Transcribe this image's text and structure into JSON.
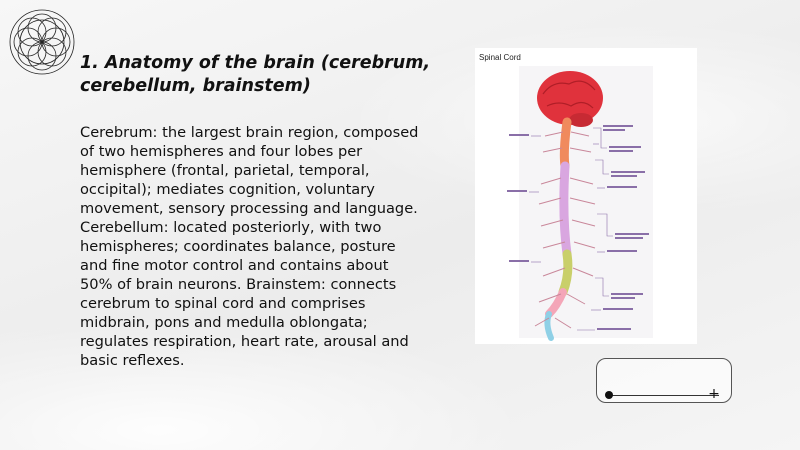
{
  "slide": {
    "title": "1. Anatomy of the brain (cerebrum, cerebellum, brainstem)",
    "body": "Cerebrum: the largest brain region, composed of two hemispheres and four lobes per hemisphere (frontal, parietal, temporal, occipital); mediates cognition, voluntary movement, sensory processing and language. Cerebellum: located posteriorly, with two hemispheres; coordinates balance, posture and fine motor control and contains about 50% of brain neurons. Brainstem: connects cerebrum to spinal cord and comprises midbrain, pons and medulla oblongata; regulates respiration, heart rate, arousal and basic reflexes."
  },
  "figure": {
    "caption": "Spinal Cord",
    "colors": {
      "brain": "#e0323c",
      "cervical": "#f08a5d",
      "thoracic": "#d9a6e0",
      "lumbar": "#c9cf6a",
      "sacral": "#f4a6b8",
      "coccygeal": "#8fd0e6",
      "labels": "#8a6fa8"
    }
  },
  "icons": {
    "logo": "circular-geometric-logo-icon",
    "media_play": "media-position-dot-icon",
    "media_add": "plus-icon"
  },
  "media_control": {
    "plus_glyph": "+"
  }
}
